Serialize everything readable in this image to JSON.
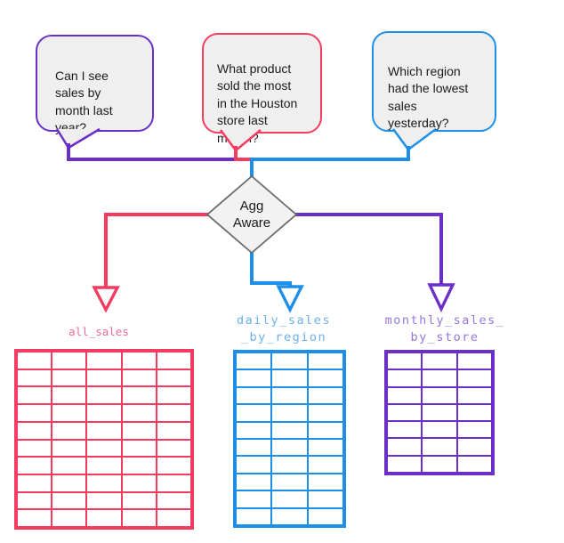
{
  "palette": {
    "purple": "#6b2fc9",
    "pink": "#f43b60",
    "blue": "#1e8fe8",
    "bubble_fill": "#efefef",
    "diamond_fill": "#f2f2f2",
    "diamond_border": "#6b6b6b",
    "text": "#1c1c1c"
  },
  "bubbles": [
    {
      "text": "Can I see\nsales by\nmonth last\nyear?"
    },
    {
      "text": "What product\nsold the most\nin the Houston\nstore last\nmonth?"
    },
    {
      "text": "Which region\nhad the lowest\nsales\nyesterday?"
    }
  ],
  "decision": {
    "label": "Agg\nAware"
  },
  "tables": [
    {
      "label": "all_sales",
      "border_color": "#f43b60",
      "label_color": "#ef6e93",
      "rows": 10,
      "cols": 5
    },
    {
      "label": "daily_sales\n_by_region",
      "border_color": "#1e8fe8",
      "label_color": "#6cb0ee",
      "rows": 10,
      "cols": 3
    },
    {
      "label": "monthly_sales_\nby_store",
      "border_color": "#6b2fc9",
      "label_color": "#9678dc",
      "rows": 7,
      "cols": 3
    }
  ]
}
